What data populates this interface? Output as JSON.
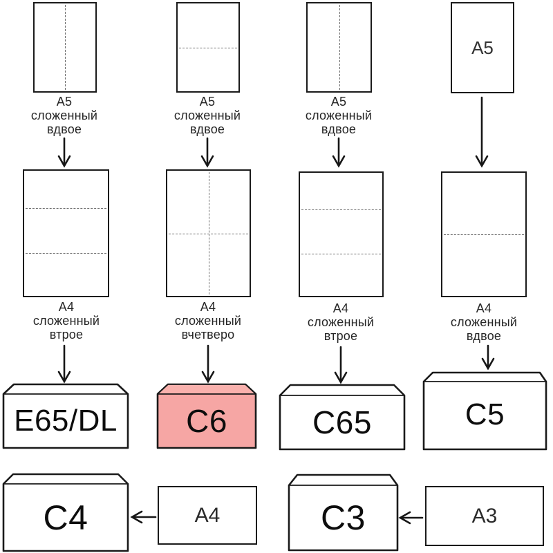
{
  "colors": {
    "stroke": "#1a1a1a",
    "highlight_fill": "#f6a6a4",
    "highlight_flap_fill": "#f9b1ad",
    "white_fill": "#ffffff"
  },
  "columns": [
    {
      "sheet_top": {
        "size": "A5",
        "fold": "vertical-half",
        "caption": [
          "А5",
          "сложенный",
          "вдвое"
        ]
      },
      "sheet_mid": {
        "size": "A4",
        "fold": "thirds-horizontal",
        "caption": [
          "А4",
          "сложенный",
          "втрое"
        ]
      },
      "envelope": {
        "label": "E65/DL",
        "highlighted": false
      }
    },
    {
      "sheet_top": {
        "size": "A5",
        "fold": "horizontal-half",
        "caption": [
          "А5",
          "сложенный",
          "вдвое"
        ]
      },
      "sheet_mid": {
        "size": "A4",
        "fold": "quarters-cross",
        "caption": [
          "А4",
          "сложенный",
          "вчетверо"
        ]
      },
      "envelope": {
        "label": "C6",
        "highlighted": true
      }
    },
    {
      "sheet_top": {
        "size": "A5",
        "fold": "vertical-half",
        "caption": [
          "А5",
          "сложенный",
          "вдвое"
        ]
      },
      "sheet_mid": {
        "size": "A4",
        "fold": "thirds-horizontal",
        "caption": [
          "А4",
          "сложенный",
          "втрое"
        ]
      },
      "envelope": {
        "label": "C65",
        "highlighted": false
      }
    },
    {
      "sheet_top": {
        "size": "A5",
        "fold": "none",
        "inner_label": "А5"
      },
      "sheet_mid": {
        "size": "A4",
        "fold": "horizontal-half",
        "caption": [
          "А4",
          "сложенный",
          "вдвое"
        ]
      },
      "envelope": {
        "label": "C5",
        "highlighted": false
      }
    }
  ],
  "bottom": [
    {
      "envelope": {
        "label": "C4"
      },
      "paper": {
        "label": "А4"
      }
    },
    {
      "envelope": {
        "label": "C3"
      },
      "paper": {
        "label": "А3"
      }
    }
  ]
}
